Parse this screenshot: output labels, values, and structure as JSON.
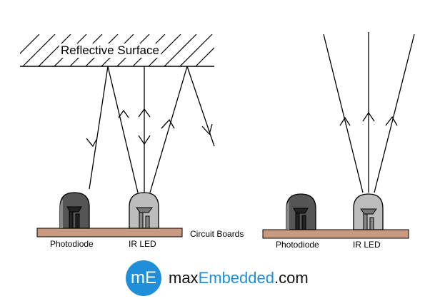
{
  "labels": {
    "surface": "Reflective Surface",
    "circuit_boards": "Circuit Boards",
    "left_photodiode": "Photodiode",
    "left_ir_led": "IR LED",
    "right_photodiode": "Photodiode",
    "right_ir_led": "IR LED"
  },
  "brand": {
    "logo_text": "mE",
    "name_prefix": "max",
    "name_highlight": "Embedded",
    "name_suffix": ".com"
  },
  "colors": {
    "board": "#c89a82",
    "photodiode_body": "#555555",
    "led_body": "#bdbdbd",
    "brand_blue": "#1f8fd9"
  }
}
